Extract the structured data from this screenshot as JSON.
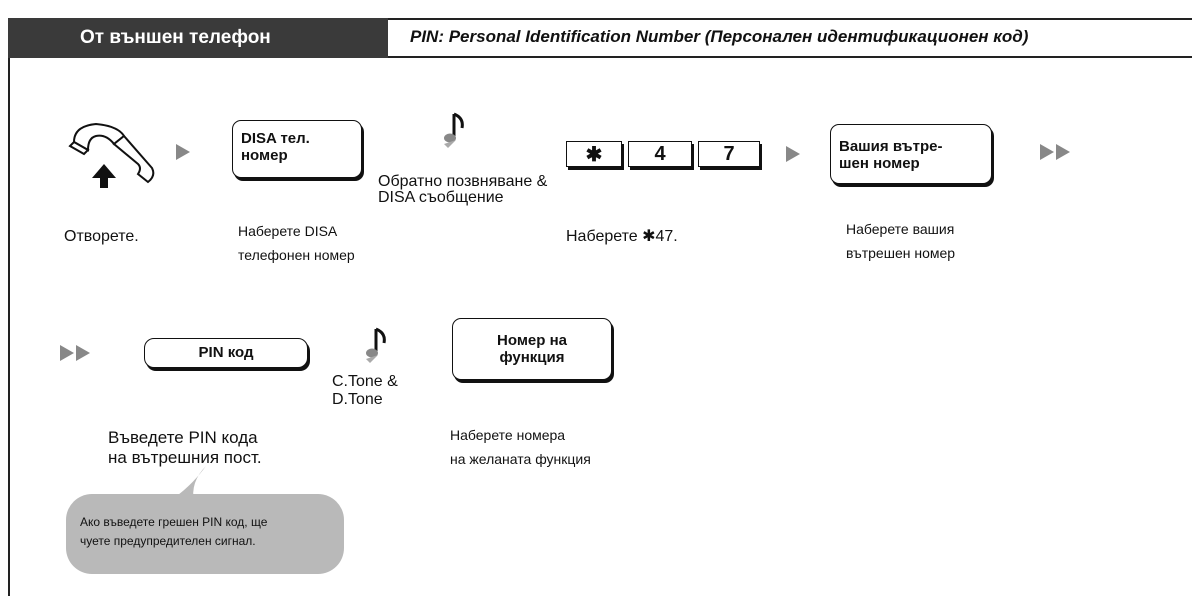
{
  "header": {
    "title": "От външен телефон",
    "note": "PIN: Personal Identification Number (Персонален идентификационен код)"
  },
  "row1": {
    "step1": {
      "icon": "phone-off-hook-icon",
      "label": "Отворете."
    },
    "step2": {
      "button_line1": "DISA тел.",
      "button_line2": "номер",
      "label_line1": "Наберете DISA",
      "label_line2": "телефонен номер"
    },
    "tone1": {
      "icon": "music-note-icon",
      "line1": "Обратно позвняване &",
      "line2": "DISA съобщение"
    },
    "step3": {
      "keys": [
        "✱",
        "4",
        "7"
      ],
      "label": "Наберете ✱47."
    },
    "step4": {
      "button_line1": "Вашия вътре-",
      "button_line2": "шен номер",
      "label_line1": "Наберете вашия",
      "label_line2": "вътрешен номер"
    }
  },
  "row2": {
    "step5": {
      "button": "PIN код",
      "label_line1": "Въведете PIN кода",
      "label_line2": "на вътрешния пост."
    },
    "tone2": {
      "icon": "music-note-icon",
      "line1": "C.Tone &",
      "line2": "D.Tone"
    },
    "step6": {
      "button_line1": "Номер на",
      "button_line2": "функция",
      "label_line1": "Наберете номера",
      "label_line2": "на желаната функция"
    }
  },
  "callout": {
    "line1": "Ако въведете грешен PIN код, ще",
    "line2": "чуете предупредителен сигнал."
  },
  "colors": {
    "header_bg": "#3a3a3a",
    "arrow": "#888888",
    "bubble": "#b9b9b9"
  }
}
